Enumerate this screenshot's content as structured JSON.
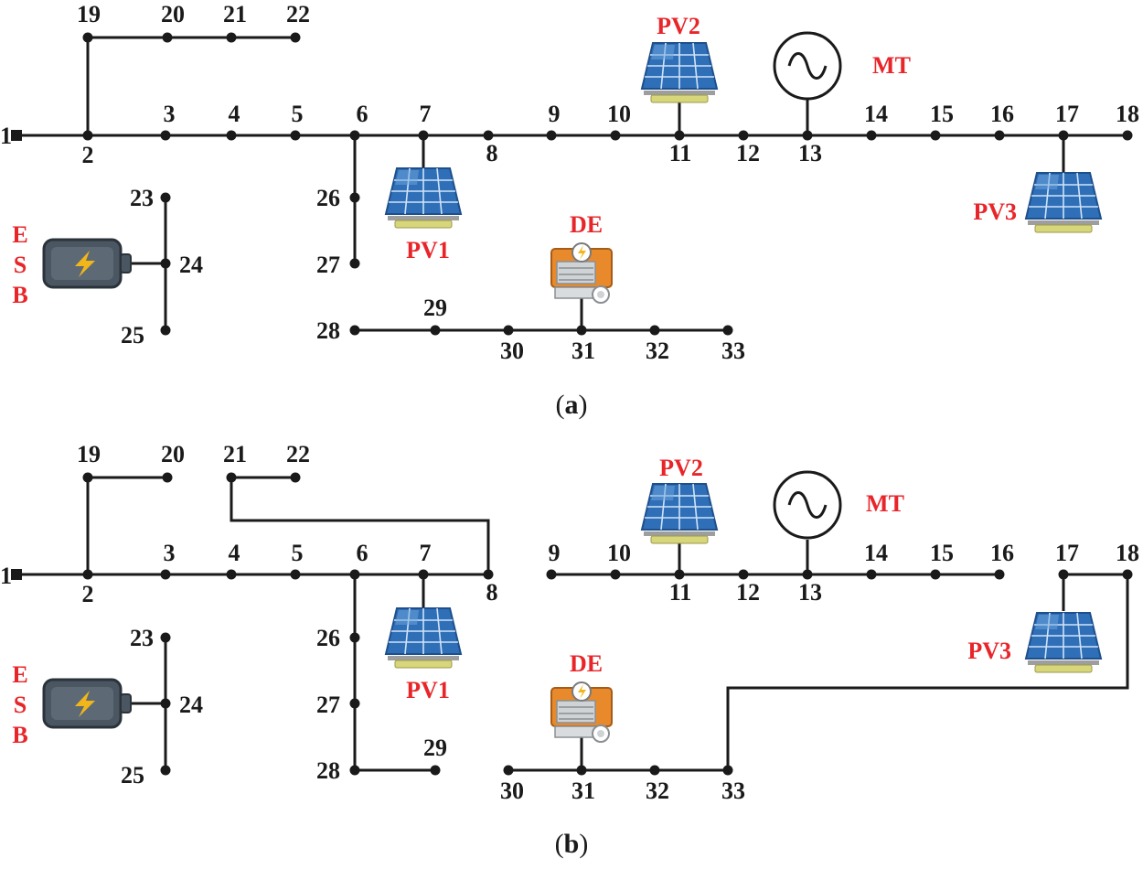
{
  "colors": {
    "line": "#1a1a1a",
    "device_label": "#e8262a",
    "panel": "#3d7fc4",
    "battery": "#4a5661",
    "generator": "#e88a2c"
  },
  "panels": [
    {
      "caption_letter": "a",
      "devices": {
        "pv1": "PV1",
        "pv2": "PV2",
        "pv3": "PV3",
        "mt": "MT",
        "de": "DE",
        "esb": [
          "E",
          "S",
          "B"
        ]
      },
      "icons": {
        "pv": "solar-panel-icon",
        "mt": "ac-generator-icon",
        "de": "diesel-generator-icon",
        "esb": "battery-icon"
      },
      "nodes": [
        "1",
        "2",
        "3",
        "4",
        "5",
        "6",
        "7",
        "8",
        "9",
        "10",
        "11",
        "12",
        "13",
        "14",
        "15",
        "16",
        "17",
        "18",
        "19",
        "20",
        "21",
        "22",
        "23",
        "24",
        "25",
        "26",
        "27",
        "28",
        "29",
        "30",
        "31",
        "32",
        "33"
      ]
    },
    {
      "caption_letter": "b",
      "devices": {
        "pv1": "PV1",
        "pv2": "PV2",
        "pv3": "PV3",
        "mt": "MT",
        "de": "DE",
        "esb": [
          "E",
          "S",
          "B"
        ]
      },
      "icons": {
        "pv": "solar-panel-icon",
        "mt": "ac-generator-icon",
        "de": "diesel-generator-icon",
        "esb": "battery-icon"
      },
      "nodes": [
        "1",
        "2",
        "3",
        "4",
        "5",
        "6",
        "7",
        "8",
        "9",
        "10",
        "11",
        "12",
        "13",
        "14",
        "15",
        "16",
        "17",
        "18",
        "19",
        "20",
        "21",
        "22",
        "23",
        "24",
        "25",
        "26",
        "27",
        "28",
        "29",
        "30",
        "31",
        "32",
        "33"
      ]
    }
  ]
}
